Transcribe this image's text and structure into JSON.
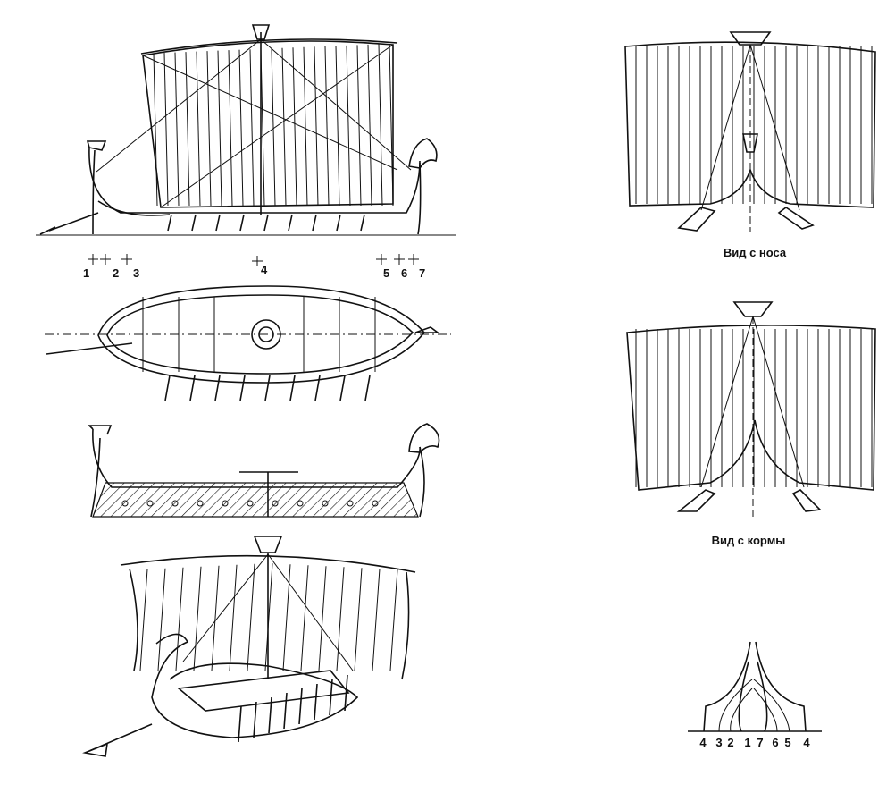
{
  "captions": {
    "bow_view": "Вид с носа",
    "stern_view": "Вид с кормы"
  },
  "station_marks": [
    "1",
    "2",
    "3",
    "4",
    "5",
    "6",
    "7"
  ],
  "section_numbers": [
    "4",
    "3",
    "2",
    "1",
    "7",
    "6",
    "5",
    "4"
  ]
}
